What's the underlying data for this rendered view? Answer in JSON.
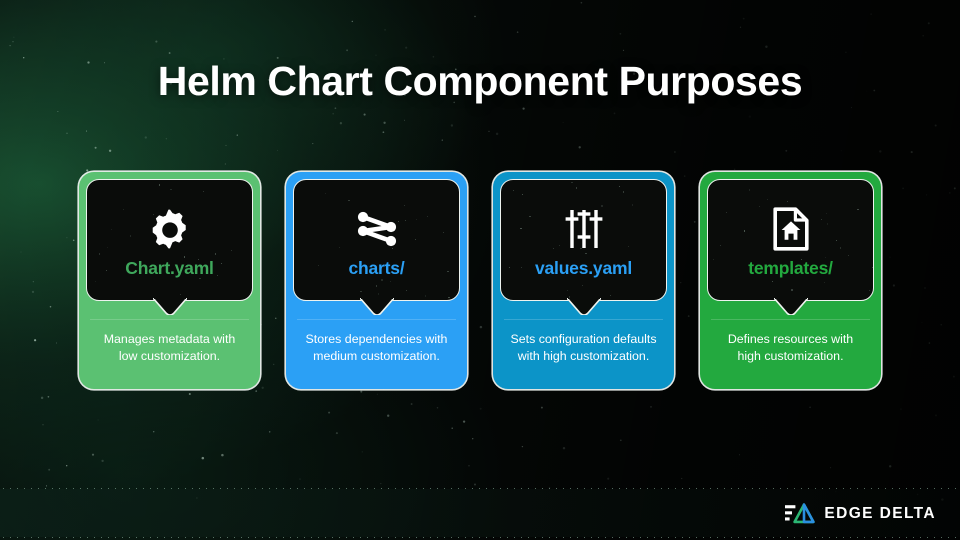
{
  "slide": {
    "title": "Helm Chart Component Purposes",
    "background_color": "#060a08",
    "accent_glow_color": "#1a5634"
  },
  "cards": [
    {
      "id": "chart-yaml",
      "label": "Chart.yaml",
      "label_color": "#3FA85C",
      "card_color": "#5BC172",
      "icon": "gear-icon",
      "description": "Manages metadata with low customization."
    },
    {
      "id": "charts-dir",
      "label": "charts/",
      "label_color": "#2BA0F5",
      "card_color": "#2BA0F5",
      "icon": "dependency-graph-icon",
      "description": "Stores dependencies with medium customization."
    },
    {
      "id": "values-yaml",
      "label": "values.yaml",
      "label_color": "#2BA0F5",
      "card_color": "#0C94C8",
      "icon": "sliders-icon",
      "description": "Sets configuration defaults with high customization."
    },
    {
      "id": "templates-dir",
      "label": "templates/",
      "label_color": "#23A93F",
      "card_color": "#23A93F",
      "icon": "file-home-icon",
      "description": "Defines resources with high customization."
    }
  ],
  "footer": {
    "brand": "EDGE DELTA",
    "brand_mark_green": "#2BB673",
    "brand_mark_blue": "#2B8FE0"
  }
}
